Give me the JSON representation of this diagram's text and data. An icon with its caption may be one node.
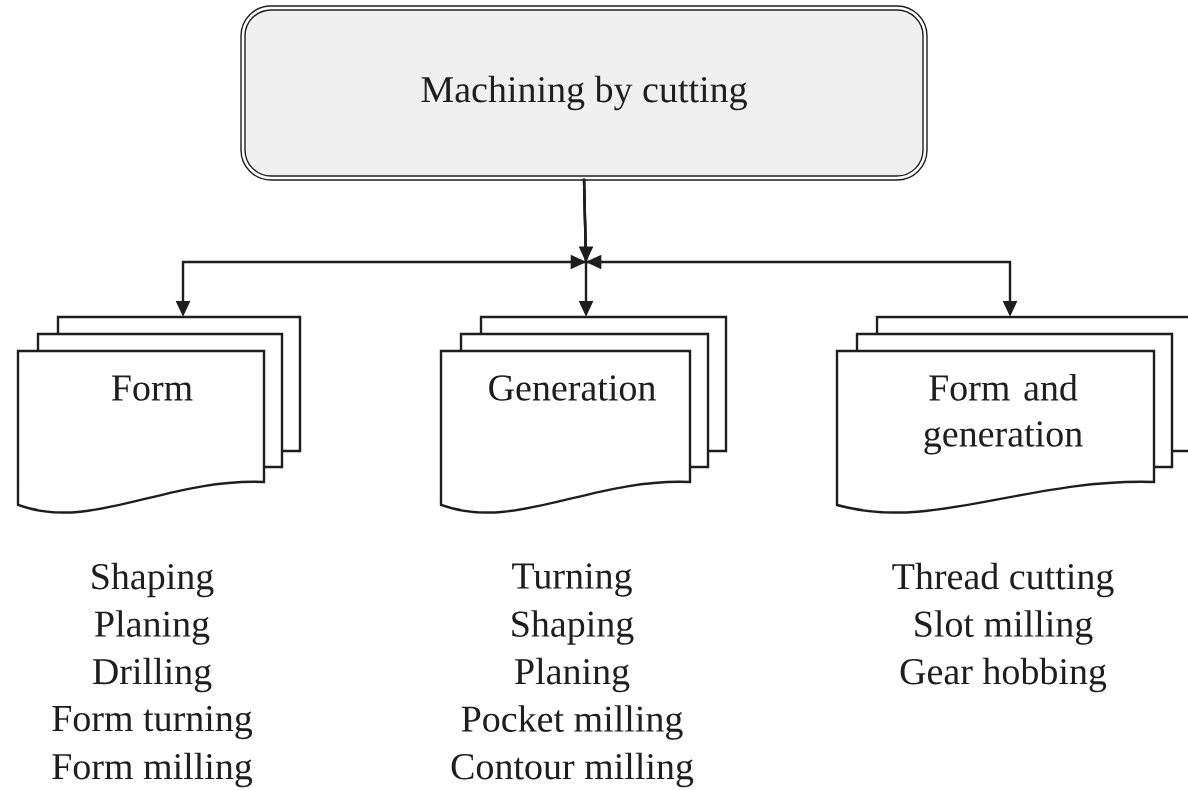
{
  "diagram": {
    "nodes": [
      {
        "text": [
          "Machining by cutting"
        ]
      },
      {
        "text": [
          "Form"
        ],
        "beside": [
          "Shaping",
          "Planing",
          "Drilling",
          "Form turning",
          "Form milling"
        ]
      },
      {
        "text": [
          "Generation"
        ],
        "beside": [
          "Turning",
          "Shaping",
          "Planing",
          "Pocket milling",
          "Contour milling"
        ]
      },
      {
        "text": [
          "Form and generation"
        ],
        "beside": [
          "Thread cutting",
          "Slot milling",
          "Gear hobbing"
        ]
      }
    ],
    "edges": [
      {
        "from": 0,
        "to": 1,
        "arrow": "to"
      },
      {
        "from": 0,
        "to": 2,
        "arrow": "to"
      },
      {
        "from": 0,
        "to": 3,
        "arrow": "to"
      }
    ]
  }
}
